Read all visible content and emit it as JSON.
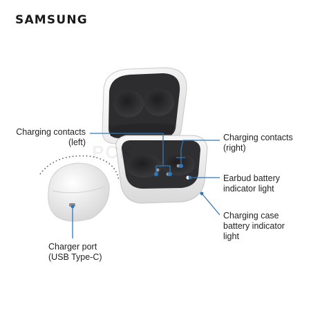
{
  "brand": "SAMSUNG",
  "watermark": "PCK",
  "colors": {
    "callout": "#2e78b8",
    "case_body": "#f2f2f2",
    "case_interior": "#2e2e30",
    "text": "#222222"
  },
  "labels": {
    "charging_contacts_left": "Charging contacts\n(left)",
    "charging_contacts_right": "Charging contacts\n(right)",
    "earbud_battery_light": "Earbud battery\nindicator light",
    "charging_case_battery_light": "Charging case\nbattery indicator\nlight",
    "charger_port": "Charger port\n(USB Type-C)"
  }
}
